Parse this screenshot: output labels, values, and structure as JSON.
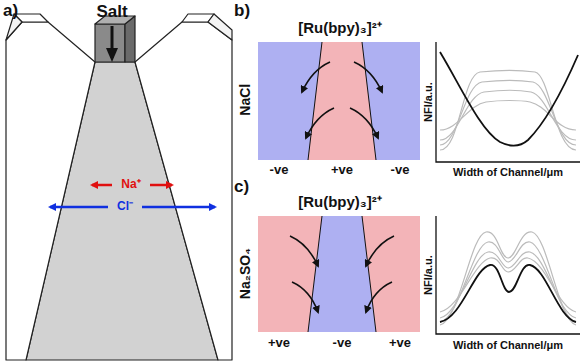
{
  "diagram": {
    "labels": [
      "a)",
      "Salt",
      "Na⁺",
      "Cl⁻",
      "b)",
      "[Ru(bpy)₃]²⁺",
      "NaCl",
      "-ve",
      "+ve",
      "-ve",
      "NFI/a.u.",
      "Width of Channel/μm",
      "c)",
      "[Ru(bpy)₃]²⁺",
      "Na₂SO₄",
      "+ve",
      "-ve",
      "+ve",
      "NFI/a.u.",
      "Width of Channel/μm"
    ]
  }
}
